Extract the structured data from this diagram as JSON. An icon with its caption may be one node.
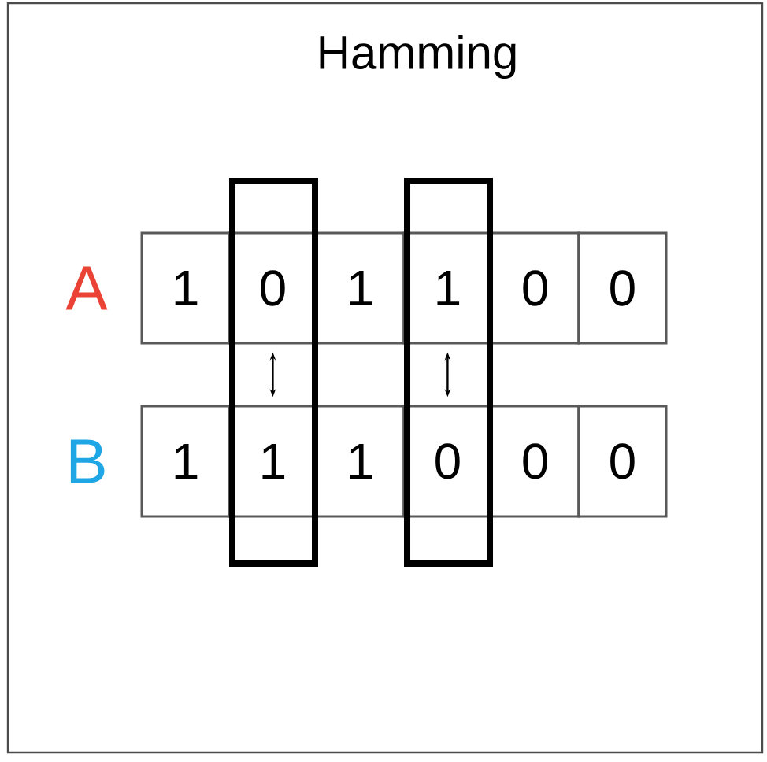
{
  "diagram": {
    "title": "Hamming",
    "nodes": [
      {
        "text": [
          "1"
        ]
      },
      {
        "text": [
          "0"
        ]
      },
      {
        "text": [
          "1"
        ]
      },
      {
        "text": [
          "1"
        ]
      },
      {
        "text": [
          "0"
        ]
      },
      {
        "text": [
          "0"
        ]
      },
      {
        "text": [
          "1"
        ]
      },
      {
        "text": [
          "1"
        ]
      },
      {
        "text": [
          "1"
        ]
      },
      {
        "text": [
          "0"
        ]
      },
      {
        "text": [
          "0"
        ]
      },
      {
        "text": [
          "0"
        ]
      }
    ],
    "edges": [
      {
        "from": 1,
        "to": 7,
        "arrow": "both"
      },
      {
        "from": 3,
        "to": 9,
        "arrow": "both"
      }
    ],
    "labels": [
      "A",
      "B"
    ]
  }
}
